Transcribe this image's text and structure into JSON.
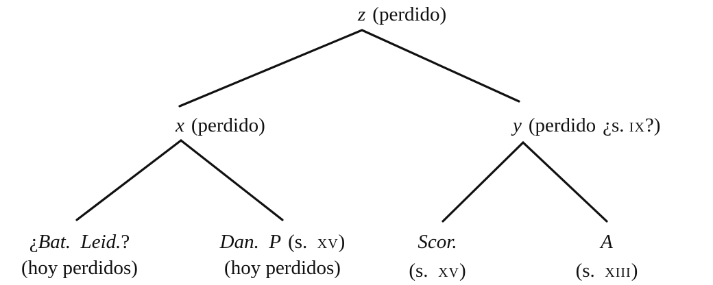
{
  "diagram": {
    "type": "stemma-tree",
    "root": {
      "id": "z",
      "siglum": "z",
      "note": "(perdido)"
    },
    "level2": [
      {
        "id": "x",
        "siglum": "x",
        "note": "(perdido)"
      },
      {
        "id": "y",
        "siglum": "y",
        "note_prefix": "(perdido",
        "note_date": "¿s.",
        "note_roman": "ix",
        "note_suffix": "?)"
      }
    ],
    "leaves": [
      {
        "id": "bat-leid",
        "parent": "x",
        "name_open": "¿",
        "name": "Bat.  Leid.",
        "name_close": "?",
        "date": "(hoy perdidos)"
      },
      {
        "id": "dan-p",
        "parent": "x",
        "name": "Dan.  P",
        "date_prefix": "(s.",
        "date_roman": "xv",
        "date_suffix": ")",
        "note": "(hoy perdidos)"
      },
      {
        "id": "scor",
        "parent": "y",
        "name": "Scor.",
        "date_prefix": "(s.",
        "date_roman": "xv",
        "date_suffix": ")"
      },
      {
        "id": "a",
        "parent": "y",
        "name": "A",
        "date_prefix": "(s.",
        "date_roman": "xiii",
        "date_suffix": ")"
      }
    ],
    "edges": [
      {
        "from": "z",
        "to": "x"
      },
      {
        "from": "z",
        "to": "y"
      },
      {
        "from": "x",
        "to": "bat-leid"
      },
      {
        "from": "x",
        "to": "dan-p"
      },
      {
        "from": "y",
        "to": "scor"
      },
      {
        "from": "y",
        "to": "a"
      }
    ],
    "line_color": "#111111"
  }
}
